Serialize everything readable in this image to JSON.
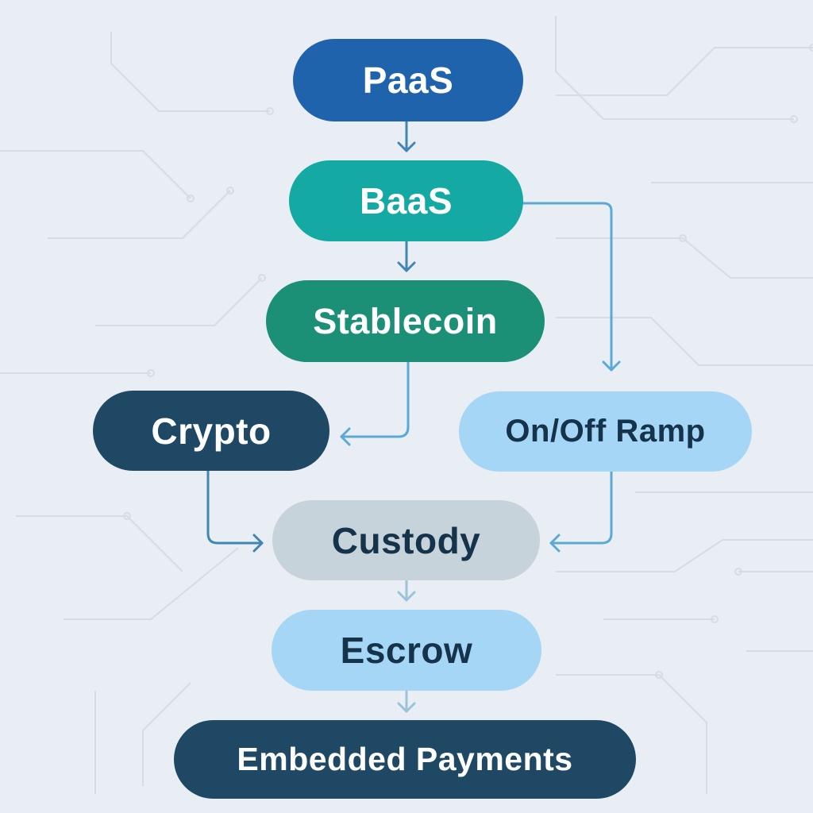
{
  "diagram": {
    "nodes": {
      "paas": {
        "label": "PaaS",
        "fill": "#1f63ad",
        "text_color": "#ffffff"
      },
      "baas": {
        "label": "BaaS",
        "fill": "#14a9a3",
        "text_color": "#ffffff"
      },
      "stablecoin": {
        "label": "Stablecoin",
        "fill": "#1b9077",
        "text_color": "#ffffff"
      },
      "crypto": {
        "label": "Crypto",
        "fill": "#1f4865",
        "text_color": "#ffffff"
      },
      "onoff_ramp": {
        "label": "On/Off Ramp",
        "fill": "#a6d6f5",
        "text_color": "#16334c"
      },
      "custody": {
        "label": "Custody",
        "fill": "#c6d3db",
        "text_color": "#16334c"
      },
      "escrow": {
        "label": "Escrow",
        "fill": "#a6d6f5",
        "text_color": "#16334c"
      },
      "embedded_payments": {
        "label": "Embedded Payments",
        "fill": "#1f4865",
        "text_color": "#ffffff"
      }
    },
    "edges": [
      {
        "from": "paas",
        "to": "baas"
      },
      {
        "from": "baas",
        "to": "stablecoin"
      },
      {
        "from": "baas",
        "to": "onoff_ramp"
      },
      {
        "from": "stablecoin",
        "to": "crypto"
      },
      {
        "from": "crypto",
        "to": "custody"
      },
      {
        "from": "onoff_ramp",
        "to": "custody"
      },
      {
        "from": "custody",
        "to": "escrow"
      },
      {
        "from": "escrow",
        "to": "embedded_payments"
      }
    ],
    "colors": {
      "background": "#e8eef3",
      "connector": "#5aa9d6",
      "connector_dark": "#3f86b5",
      "connector_light": "#9cc3da",
      "circuit": "#d4dde5"
    }
  }
}
